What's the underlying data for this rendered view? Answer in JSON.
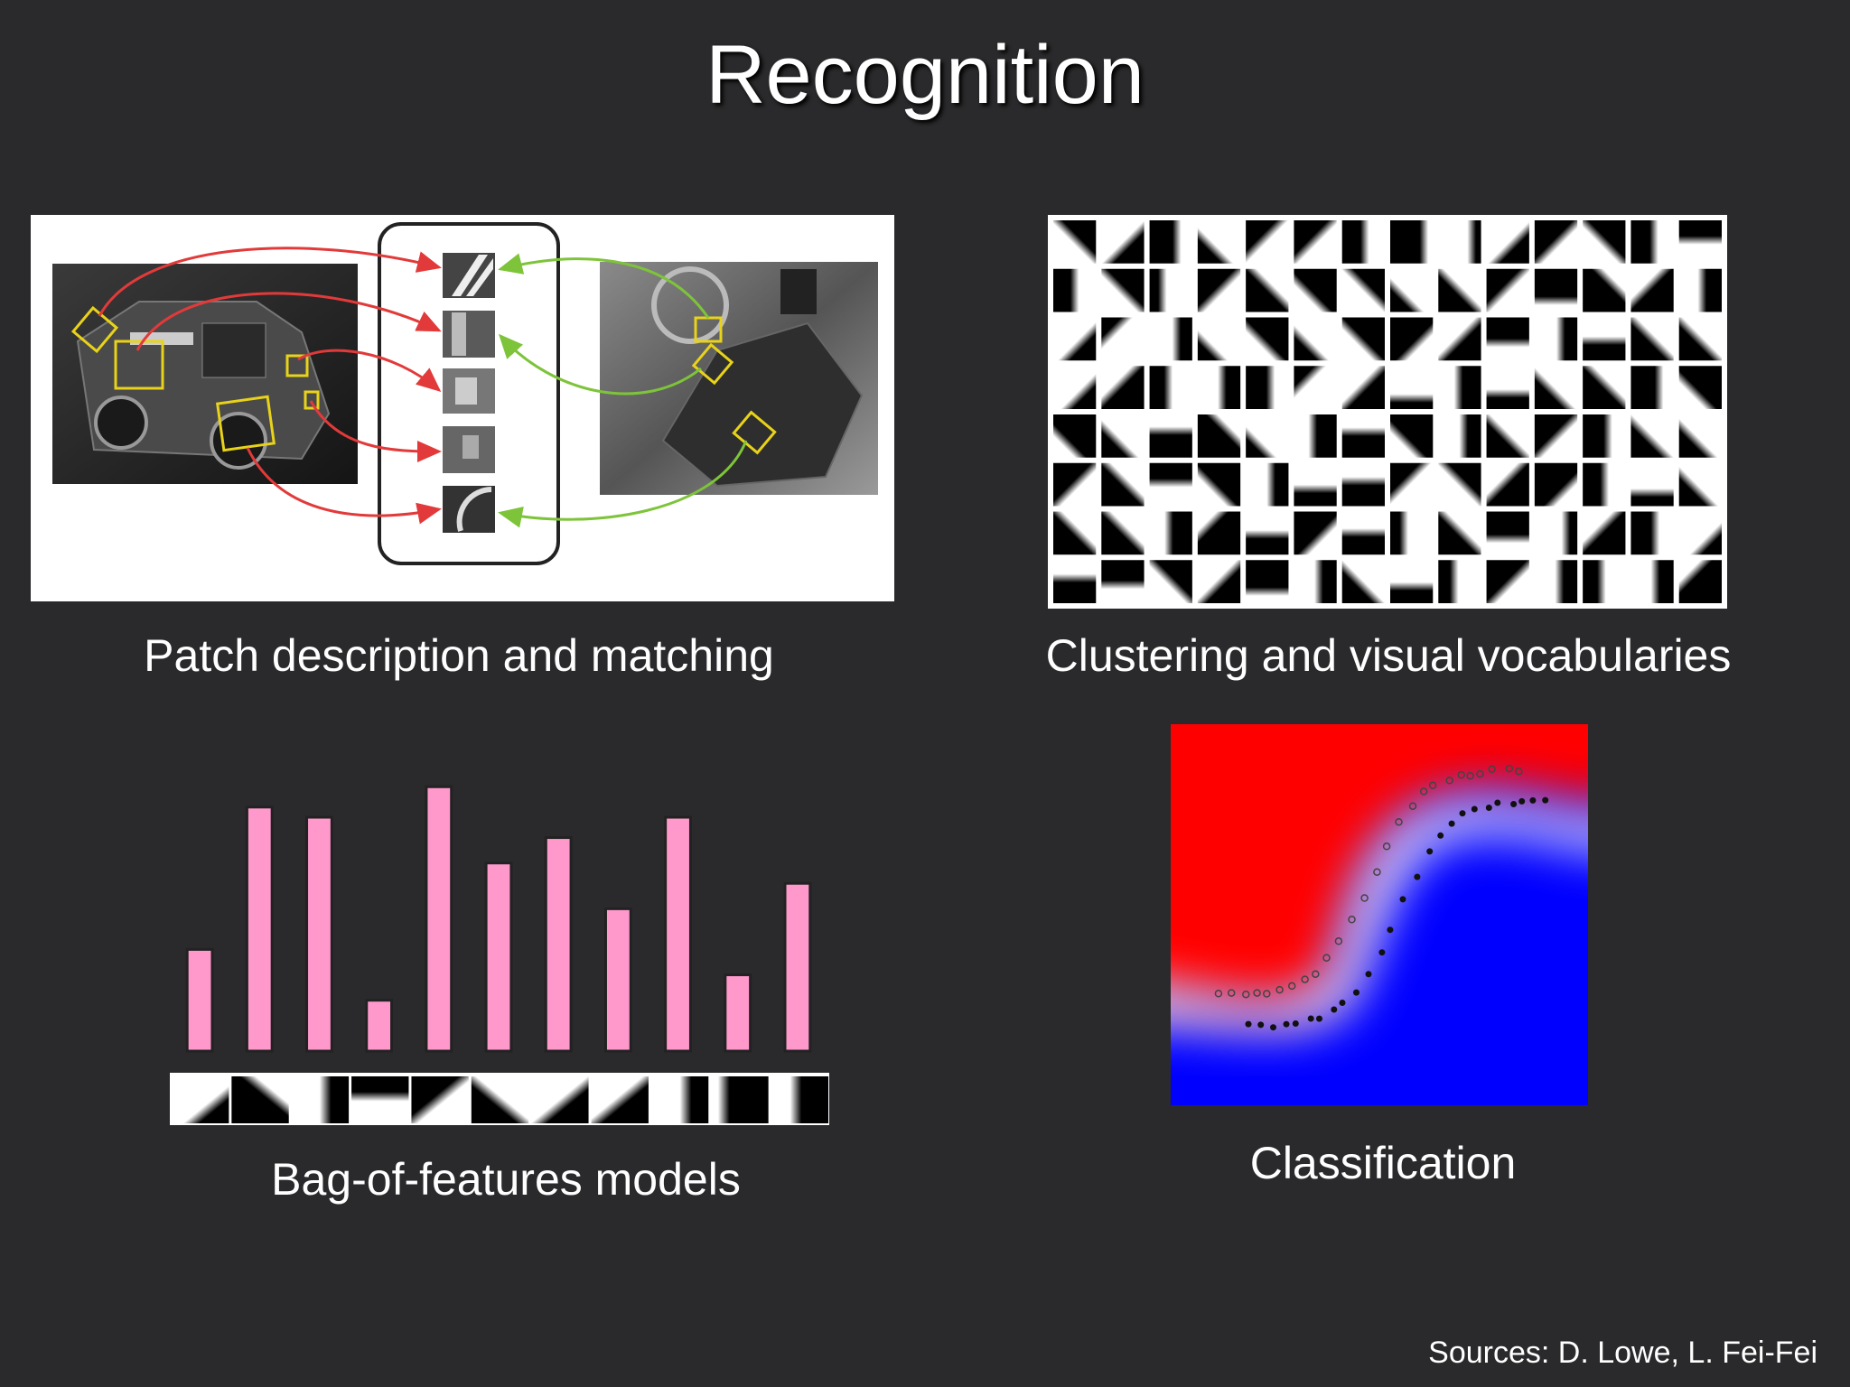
{
  "slide": {
    "title": "Recognition",
    "sources": "Sources: D. Lowe, L. Fei-Fei"
  },
  "panels": {
    "patch_matching": {
      "caption": "Patch description and matching"
    },
    "visual_vocabulary": {
      "caption": "Clustering and visual vocabularies",
      "grid_rows": 8,
      "grid_cols": 14
    },
    "bag_of_features": {
      "caption": "Bag-of-features models"
    },
    "classification": {
      "caption": "Classification"
    }
  },
  "chart_data": {
    "type": "bar",
    "values": [
      2,
      4.8,
      4.6,
      1,
      5.2,
      3.7,
      4.2,
      2.8,
      4.6,
      1.5,
      3.3
    ],
    "ylim": [
      0,
      5.4
    ],
    "colors": {
      "bar_fill": "#ff99cc",
      "bar_stroke": "#222222"
    }
  },
  "colors": {
    "background": "#2a2a2c",
    "text": "#ffffff",
    "match_arrow_left": "#e23a3a",
    "match_arrow_right": "#7ec43a",
    "keypoint_box": "#e8d21a",
    "class_red": "#ff0000",
    "class_blue": "#0000ff"
  }
}
